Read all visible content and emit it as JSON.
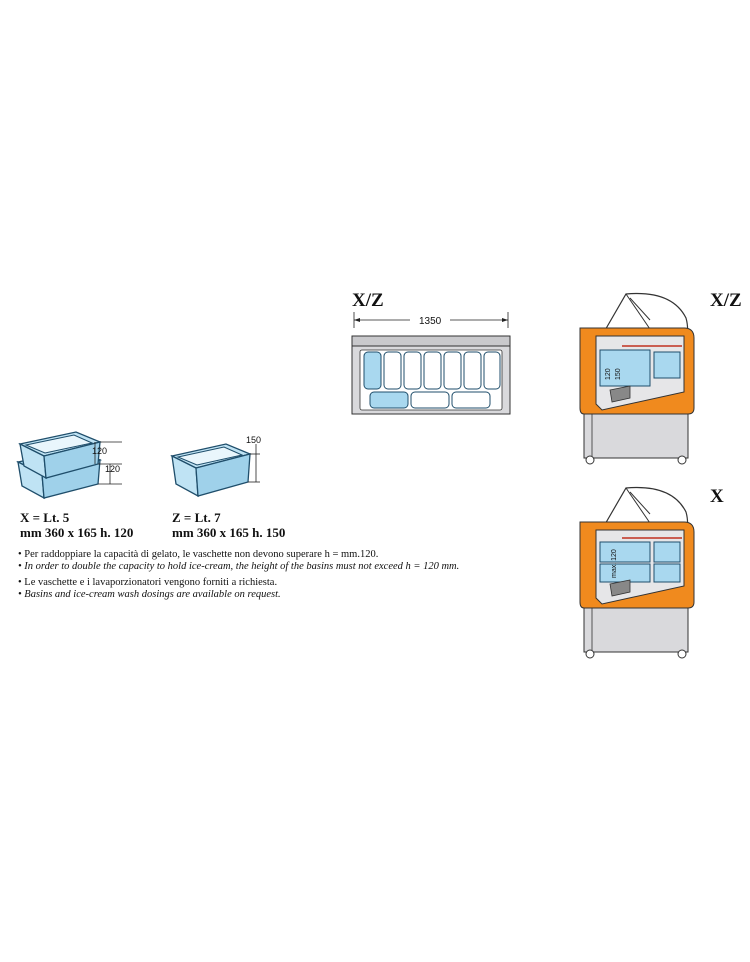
{
  "colors": {
    "basin_fill": "#a9d8ef",
    "basin_stroke": "#1f4e6b",
    "cabinet_orange": "#f08a1e",
    "steel_gray": "#d9d9dc",
    "line_dark": "#222222"
  },
  "basins": {
    "x_label_1": "X = Lt. 5",
    "x_label_2": "mm 360 x 165 h. 120",
    "z_label_1": "Z = Lt. 7",
    "z_label_2": "mm 360 x 165 h. 150",
    "x_dim_top": "120",
    "x_dim_bottom": "120",
    "z_dim": "150"
  },
  "notes": [
    "• Per raddoppiare la capacità di gelato, le vaschette non devono superare h = mm.120.",
    "• In order to double the capacity to hold ice-cream, the height of the basins must not exceed h = 120 mm.",
    "• Le vaschette e i lavaporzionatori vengono forniti a richiesta.",
    "• Basins and ice-cream wash dosings are available on request."
  ],
  "top_view": {
    "code": "X/Z",
    "width_dim": "1350"
  },
  "side_view_xz": {
    "code": "X/Z",
    "dim_a": "120",
    "dim_b": "150"
  },
  "side_view_x": {
    "code": "X",
    "dim": "max. 120"
  }
}
